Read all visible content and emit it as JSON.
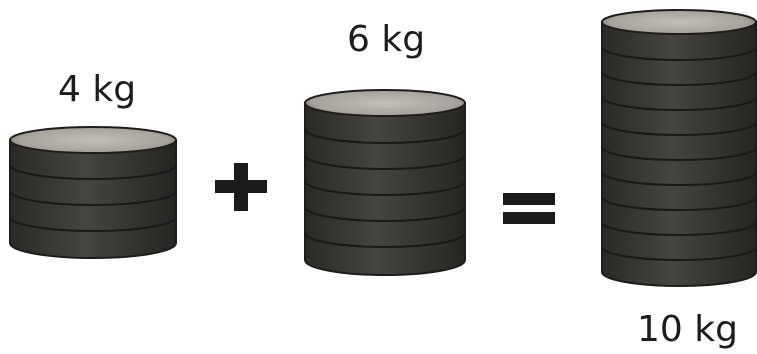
{
  "labels": {
    "first": "4 kg",
    "second": "6 kg",
    "result": "10 kg"
  },
  "operators": {
    "plus": "+",
    "equals": "="
  },
  "stacks": [
    {
      "name": "four-kg-stack",
      "plates": 4
    },
    {
      "name": "six-kg-stack",
      "plates": 6
    },
    {
      "name": "ten-kg-stack",
      "plates": 10
    }
  ],
  "colors": {
    "plate_body": "#3d3b38",
    "plate_dark": "#242321",
    "plate_top": "#8f8c86",
    "top_inner": "#b7b4ad",
    "symbol": "#1a1a1a"
  }
}
